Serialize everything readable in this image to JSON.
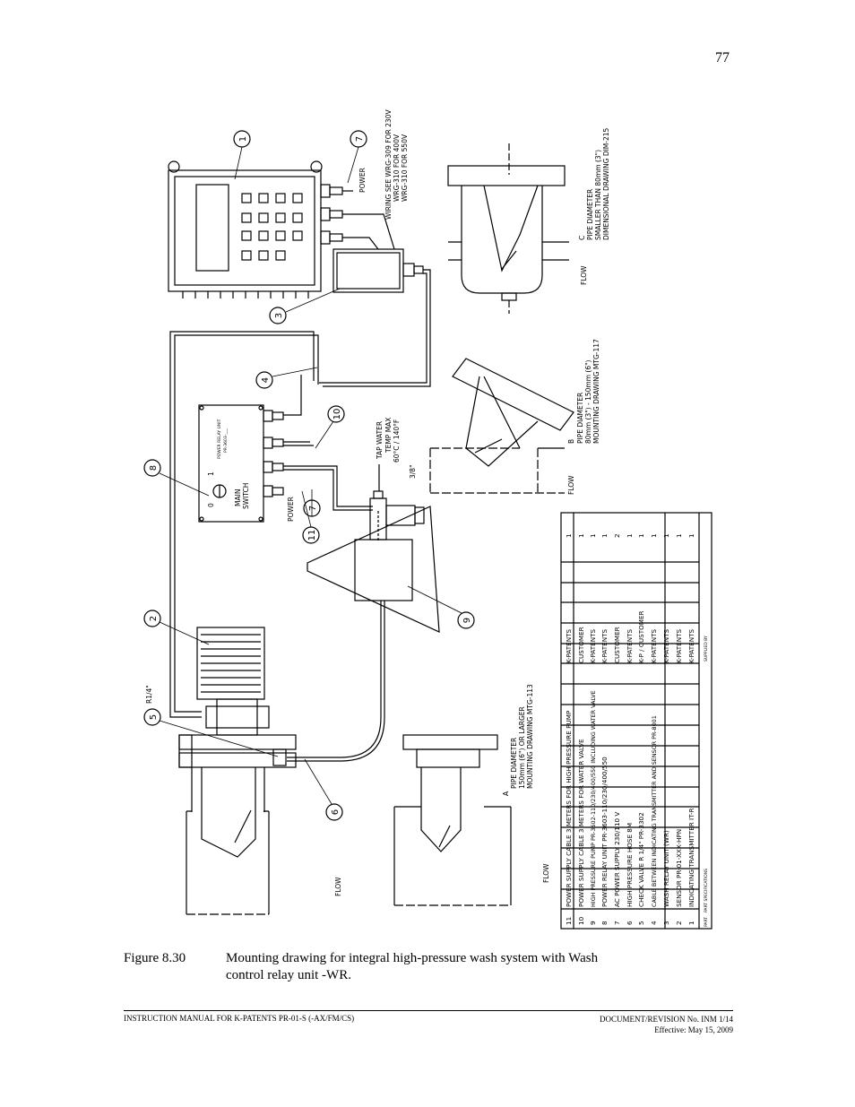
{
  "page_number": "77",
  "drawing": {
    "callouts": [
      "1",
      "7",
      "3",
      "4",
      "10",
      "8",
      "7",
      "11",
      "9",
      "2",
      "5",
      "6"
    ],
    "wiring_note": [
      "WIRING SEE WRG-309 FOR 230V",
      "WRG-310 FOR 400V",
      "WRG-310 FOR 550V"
    ],
    "power_label": "POWER",
    "relay_unit_title": [
      "POWER RELAY UNIT",
      "PR-3603-___"
    ],
    "main_switch": [
      "0",
      "1",
      "MAIN",
      "SWITCH"
    ],
    "relay_power_label": "POWER",
    "tap_water": [
      "TAP WATER",
      "TEMP MAX",
      "60°C / 140°F"
    ],
    "valve_size": "3/8\"",
    "connection_size": "R1/4\"",
    "flow_label": "FLOW",
    "variant_a": [
      "A",
      "PIPE DIAMETER",
      "150mm (6\") OR LARGER",
      "MOUNTING DRAWING MTG-113"
    ],
    "variant_b": [
      "B",
      "PIPE DIAMETER",
      "80mm (3\") - 150mm (6\")",
      "MOUNTING DRAWING MTG-117"
    ],
    "variant_c": [
      "C",
      "PIPE DIAMETER",
      "SMALLER THAN 80mm (3\")",
      "DIMENSIONAL DRAWING DIM-215"
    ]
  },
  "parts_table": {
    "rows": [
      {
        "no": "11",
        "desc": "POWER SUPPLY CABLE 3 METERS FOR HIGH PRESSURE PUMP",
        "supplier": "K-PATENTS",
        "qty": "1"
      },
      {
        "no": "10",
        "desc": "POWER SUPPLY CABLE 3 METERS FOR WATER VALVE",
        "supplier": "CUSTOMER",
        "qty": "1"
      },
      {
        "no": "9",
        "desc": "HIGH PRESSURE PUMP PR-3602-110/230/400/550 INCLUDING WATER VALVE",
        "supplier": "K-PATENTS",
        "qty": "1"
      },
      {
        "no": "8",
        "desc": "POWER RELAY UNIT PR-3603-110/230/400/550",
        "supplier": "K-PATENTS",
        "qty": "1"
      },
      {
        "no": "7",
        "desc": "AC POWER SUPPLY 230/110 V",
        "supplier": "CUSTOMER",
        "qty": "2"
      },
      {
        "no": "6",
        "desc": "HIGH PRESSURE HOSE 8M",
        "supplier": "K-PATENTS",
        "qty": "1"
      },
      {
        "no": "5",
        "desc": "CHECK VALVE R 1/4\" PR-3302",
        "supplier": "K-P / CUSTOMER",
        "qty": "1"
      },
      {
        "no": "4",
        "desc": "CABLE BETWEEN INDICATING TRANSMITTER AND SENSOR PR-8001",
        "supplier": "K-PATENTS",
        "qty": "1"
      },
      {
        "no": "3",
        "desc": "WASH RELAY UNIT (WR)",
        "supplier": "K-PATENTS",
        "qty": "1"
      },
      {
        "no": "2",
        "desc": "SENSOR PR-01-XXX-HPN",
        "supplier": "K-PATENTS",
        "qty": "1"
      },
      {
        "no": "1",
        "desc": "INDICATING TRANSMITTER IT-R",
        "supplier": "K-PATENTS",
        "qty": "1"
      }
    ],
    "footer_part": "PART",
    "footer_spec": "PART SPECIFICATIONS",
    "footer_supplied": "SUPPLIED BY"
  },
  "caption": {
    "label": "Figure 8.30",
    "text": "Mounting drawing for integral high-pressure wash system with Wash control relay unit -WR."
  },
  "footer": {
    "left": "INSTRUCTION MANUAL FOR K-PATENTS PR-01-S (-AX/FM/CS)",
    "right_line1": "DOCUMENT/REVISION No. INM 1/14",
    "right_line2": "Effective: May 15, 2009"
  }
}
